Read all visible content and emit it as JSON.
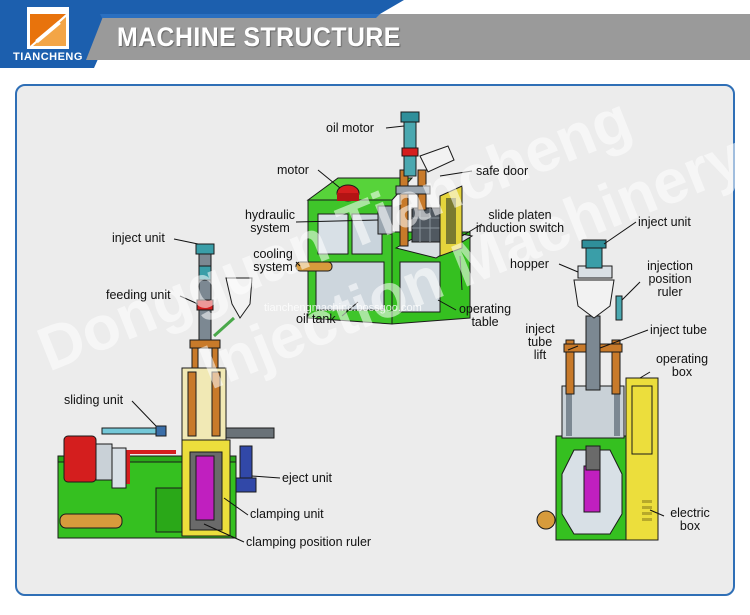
{
  "header": {
    "logo_text": "TIANCHENG",
    "title": "MACHINE STRUCTURE"
  },
  "colors": {
    "header_blue": "#1c5fae",
    "header_gray": "#9a9a9a",
    "logo_orange": "#e8730c",
    "frame_border": "#2f6fb6",
    "machine_green": "#35c020",
    "machine_gray": "#8c9aa6",
    "machine_orange": "#c87a2a"
  },
  "watermark": {
    "line1": "Dongguan Tiancheng",
    "line2": "Injection Machinery",
    "url": "tianchengmachine.bossgoo.com"
  },
  "labels": {
    "oil_motor": "oil motor",
    "motor": "motor",
    "safe_door": "safe door",
    "hydraulic_system": [
      "hydraulic",
      "system"
    ],
    "slide_platen_switch": [
      "slide platen",
      "induction switch"
    ],
    "cooling_system": [
      "cooling",
      "system"
    ],
    "oil_tank": "oil tank",
    "operating_table": [
      "operating",
      "table"
    ],
    "inject_unit_left": "inject unit",
    "feeding_unit": "feeding unit",
    "sliding_unit": "sliding unit",
    "eject_unit": "eject unit",
    "clamping_unit": "clamping unit",
    "clamping_position_ruler": "clamping position ruler",
    "inject_unit_right": "inject unit",
    "hopper": "hopper",
    "injection_position_ruler": [
      "injection",
      "position",
      "ruler"
    ],
    "inject_tube_lift": [
      "inject",
      "tube",
      "lift"
    ],
    "inject_tube": "inject tube",
    "operating_box": [
      "operating",
      "box"
    ],
    "electric_box": [
      "electric",
      "box"
    ]
  }
}
